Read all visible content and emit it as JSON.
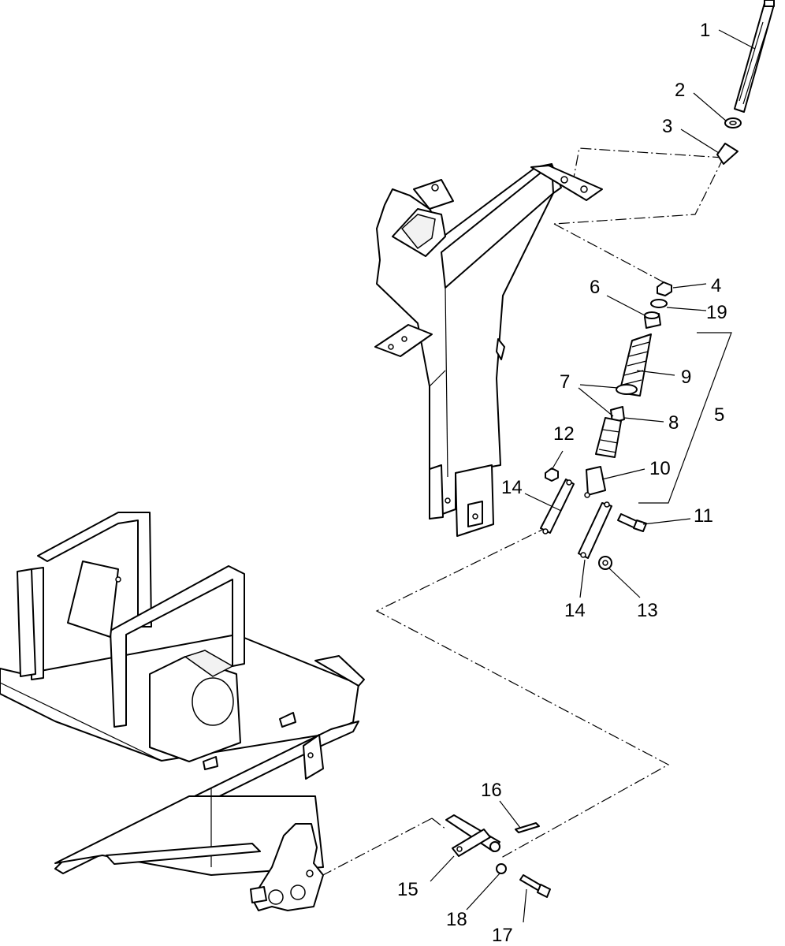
{
  "diagram": {
    "labels": {
      "c1": "1",
      "c2": "2",
      "c3": "3",
      "c4": "4",
      "c5": "5",
      "c6": "6",
      "c7": "7",
      "c8": "8",
      "c9": "9",
      "c10": "10",
      "c11": "11",
      "c12": "12",
      "c13": "13",
      "c14a": "14",
      "c14b": "14",
      "c15": "15",
      "c16": "16",
      "c17": "17",
      "c18": "18",
      "c19": "19"
    }
  }
}
